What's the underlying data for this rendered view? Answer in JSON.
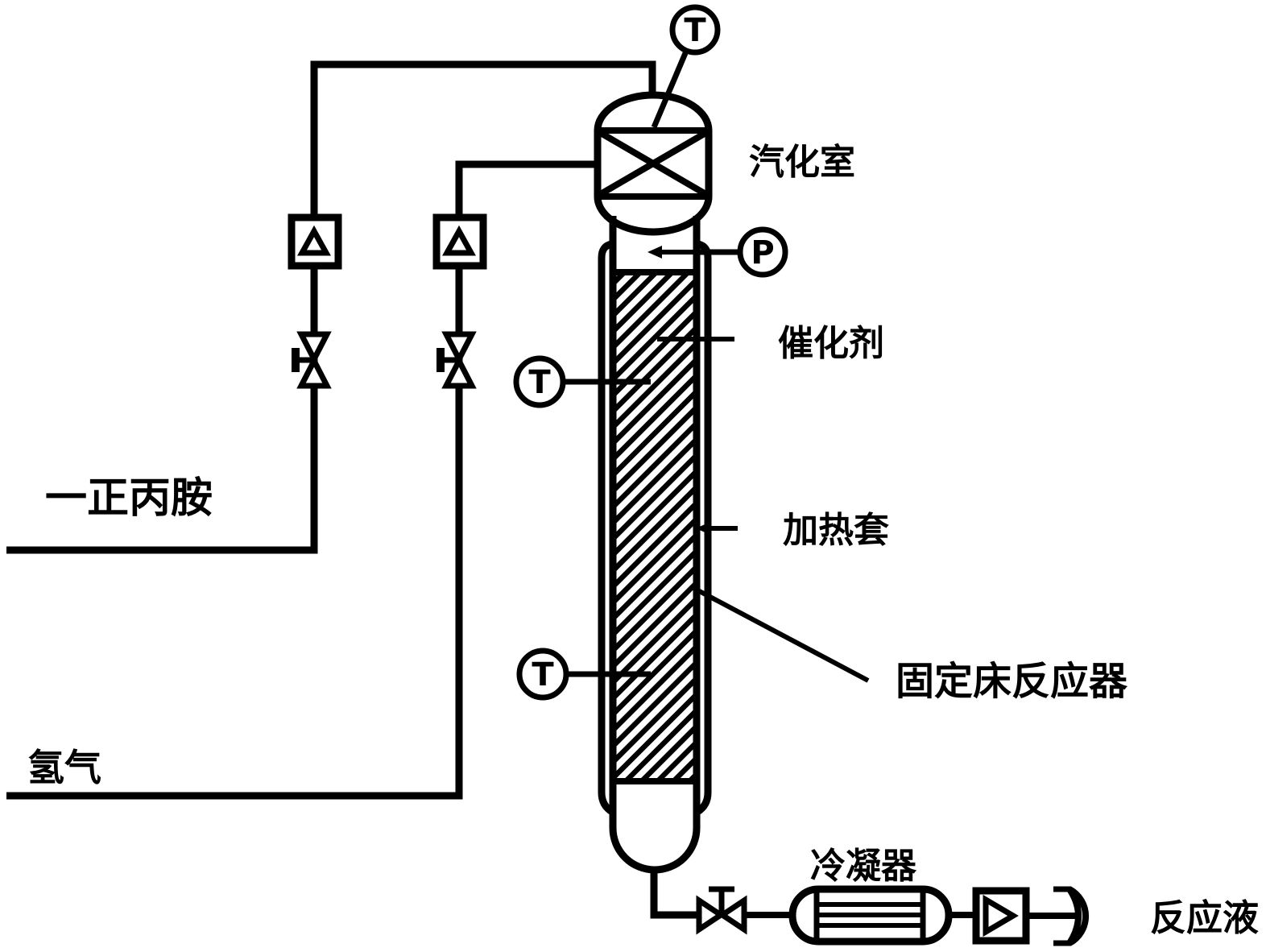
{
  "diagram": {
    "equipment_labels": {
      "vaporizer": "汽化室",
      "catalyst": "催化剂",
      "heating_jacket": "加热套",
      "fixed_bed_reactor": "固定床反应器",
      "condenser": "冷凝器"
    },
    "stream_labels": {
      "feed_amine": "一正丙胺",
      "feed_hydrogen": "氢气",
      "product": "反应液"
    },
    "indicators": {
      "temperature_top": "T",
      "pressure_top": "P",
      "temperature_mid": "T",
      "temperature_low": "T"
    },
    "colors": {
      "line": "#000000",
      "background": "#ffffff"
    }
  }
}
